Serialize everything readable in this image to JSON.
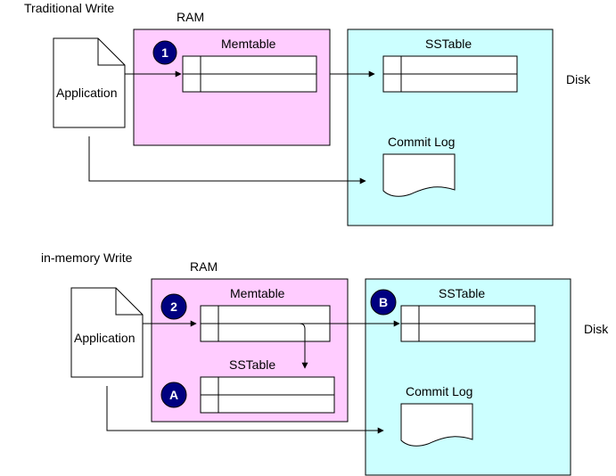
{
  "colors": {
    "ram_fill": "#FFCCFF",
    "disk_fill": "#CCFFFF",
    "badge_fill": "#000080",
    "stroke": "#000000"
  },
  "traditional": {
    "title": "Traditional Write",
    "ram_label": "RAM",
    "disk_label": "Disk",
    "application_label": "Application",
    "memtable_label": "Memtable",
    "sstable_label": "SSTable",
    "commit_log_label": "Commit Log",
    "badge": "1"
  },
  "in_memory": {
    "title": "in-memory Write",
    "ram_label": "RAM",
    "disk_label": "Disk",
    "application_label": "Application",
    "memtable_label": "Memtable",
    "ram_sstable_label": "SSTable",
    "disk_sstable_label": "SSTable",
    "commit_log_label": "Commit Log",
    "badge_memtable": "2",
    "badge_ram_sstable": "A",
    "badge_disk_sstable": "B"
  }
}
